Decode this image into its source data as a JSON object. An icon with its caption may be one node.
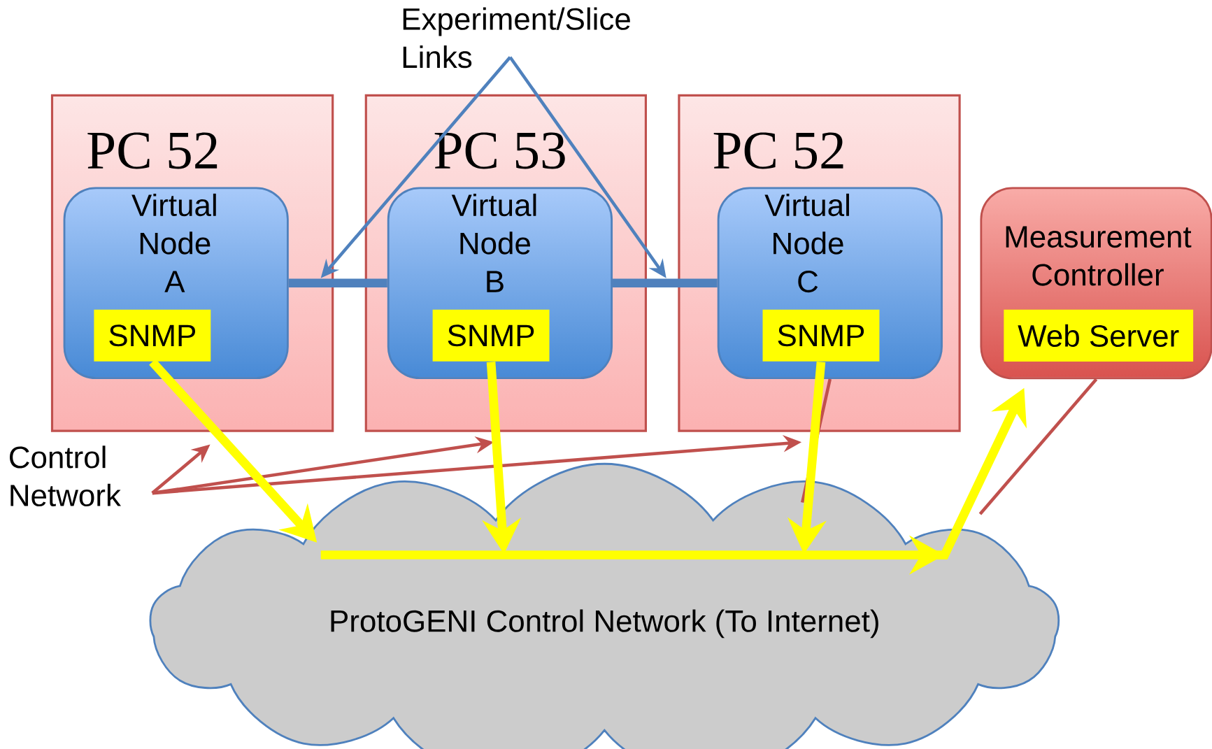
{
  "diagram": {
    "nodes": [
      {
        "text": [
          "PC 52"
        ]
      },
      {
        "text": [
          "Virtual Node A"
        ],
        "in": 0
      },
      {
        "text": [
          "SNMP"
        ],
        "in": 1
      },
      {
        "text": [
          "PC 53"
        ]
      },
      {
        "text": [
          "Virtual Node B"
        ],
        "in": 3
      },
      {
        "text": [
          "SNMP"
        ],
        "in": 4
      },
      {
        "text": [
          "PC 52"
        ]
      },
      {
        "text": [
          "Virtual Node C"
        ],
        "in": 6
      },
      {
        "text": [
          "SNMP"
        ],
        "in": 7
      },
      {
        "text": [
          "Measurement Controller"
        ]
      },
      {
        "text": [
          "Web Server"
        ],
        "in": 9
      },
      {
        "text": [
          "ProtoGENI Control Network (To Internet)"
        ]
      },
      {
        "text": [
          "Experiment/Slice Links"
        ]
      },
      {
        "text": [
          "Control Network"
        ]
      }
    ],
    "edges": [
      {
        "from": 1,
        "to": 4,
        "arrow": "none",
        "style": "thick",
        "color": "#4f81bd"
      },
      {
        "from": 4,
        "to": 7,
        "arrow": "none",
        "style": "thick",
        "color": "#4f81bd"
      },
      {
        "from": 12,
        "to": 0,
        "arrow": "to",
        "color": "#4f81bd"
      },
      {
        "from": 12,
        "to": 3,
        "arrow": "to",
        "color": "#4f81bd"
      },
      {
        "from": 13,
        "to": 0,
        "arrow": "to"
      },
      {
        "from": 13,
        "to": 3,
        "arrow": "to"
      },
      {
        "from": 13,
        "to": 6,
        "arrow": "to"
      },
      {
        "from": 7,
        "to": 11,
        "arrow": "none"
      },
      {
        "from": 9,
        "to": 11,
        "arrow": "none"
      },
      {
        "from": 2,
        "to": 11,
        "arrow": "to",
        "style": "thick",
        "color": "#ffff00"
      },
      {
        "from": 5,
        "to": 11,
        "arrow": "to",
        "style": "thick",
        "color": "#ffff00"
      },
      {
        "from": 8,
        "to": 11,
        "arrow": "to",
        "style": "thick",
        "color": "#ffff00"
      },
      {
        "from": 11,
        "to": 10,
        "arrow": "to",
        "style": "thick",
        "color": "#ffff00"
      }
    ]
  }
}
